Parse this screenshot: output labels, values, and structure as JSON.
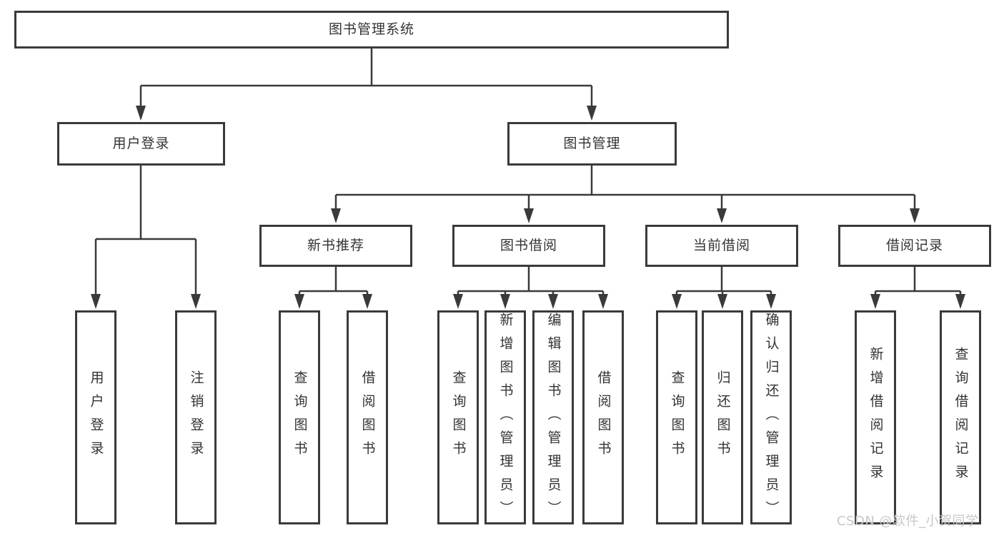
{
  "colors": {
    "line": "#3a3a3a",
    "text": "#333333",
    "background": "#ffffff",
    "watermark_text": "#c7c7c7"
  },
  "tree": {
    "root": {
      "label": "图书管理系统"
    },
    "branches": [
      {
        "label": "用户登录",
        "children": [
          {
            "label": "用户登录"
          },
          {
            "label": "注销登录"
          }
        ]
      },
      {
        "label": "图书管理",
        "children": [
          {
            "label": "新书推荐",
            "children": [
              {
                "label": "查询图书"
              },
              {
                "label": "借阅图书"
              }
            ]
          },
          {
            "label": "图书借阅",
            "children": [
              {
                "label": "查询图书"
              },
              {
                "label": "新增图书（管理员）"
              },
              {
                "label": "编辑图书（管理员）"
              },
              {
                "label": "借阅图书"
              }
            ]
          },
          {
            "label": "当前借阅",
            "children": [
              {
                "label": "查询图书"
              },
              {
                "label": "归还图书"
              },
              {
                "label": "确认归还（管理员）"
              }
            ]
          },
          {
            "label": "借阅记录",
            "children": [
              {
                "label": "新增借阅记录"
              },
              {
                "label": "查询借阅记录"
              }
            ]
          }
        ]
      }
    ]
  },
  "watermark": {
    "text": "CSDN @软件_小贺同学"
  }
}
